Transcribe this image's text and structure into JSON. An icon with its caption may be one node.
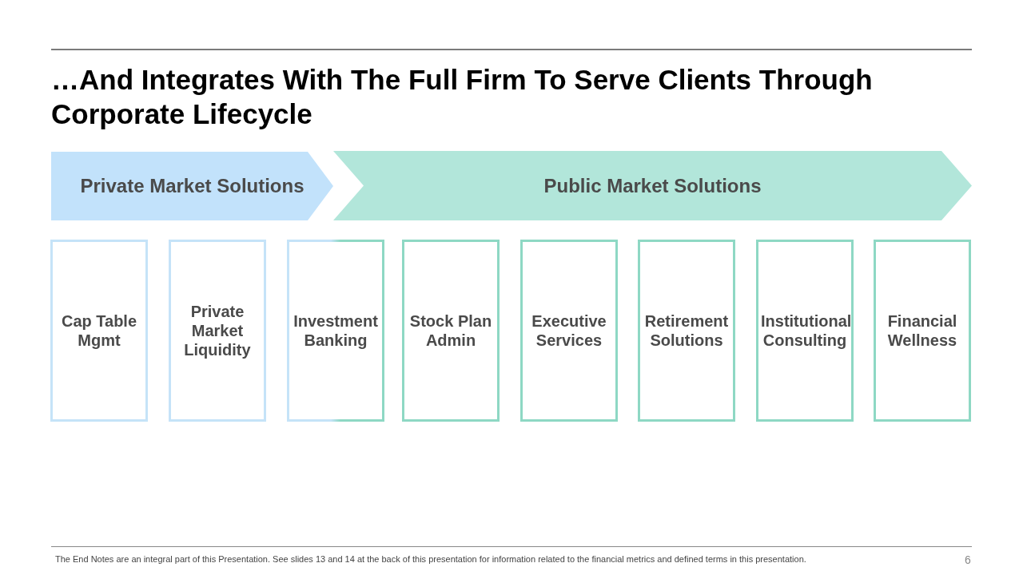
{
  "diagram": {
    "title": "…And Integrates With The Full Firm To Serve Clients Through Corporate Lifecycle",
    "nodes": [
      {
        "text": [
          "Private Market Solutions"
        ]
      },
      {
        "text": [
          "Public Market Solutions"
        ]
      },
      {
        "text": [
          "Cap Table Mgmt"
        ]
      },
      {
        "text": [
          "Private Market Liquidity"
        ]
      },
      {
        "text": [
          "Investment Banking"
        ]
      },
      {
        "text": [
          "Stock Plan Admin"
        ]
      },
      {
        "text": [
          "Executive Services"
        ]
      },
      {
        "text": [
          "Retirement Solutions"
        ]
      },
      {
        "text": [
          "Institutional Consulting"
        ]
      },
      {
        "text": [
          "Financial Wellness"
        ]
      }
    ],
    "labels": [
      "The End Notes are an integral part of this Presentation. See slides 13 and 14 at the back of this presentation for information related to the financial metrics and defined terms in this presentation.",
      "6"
    ]
  }
}
